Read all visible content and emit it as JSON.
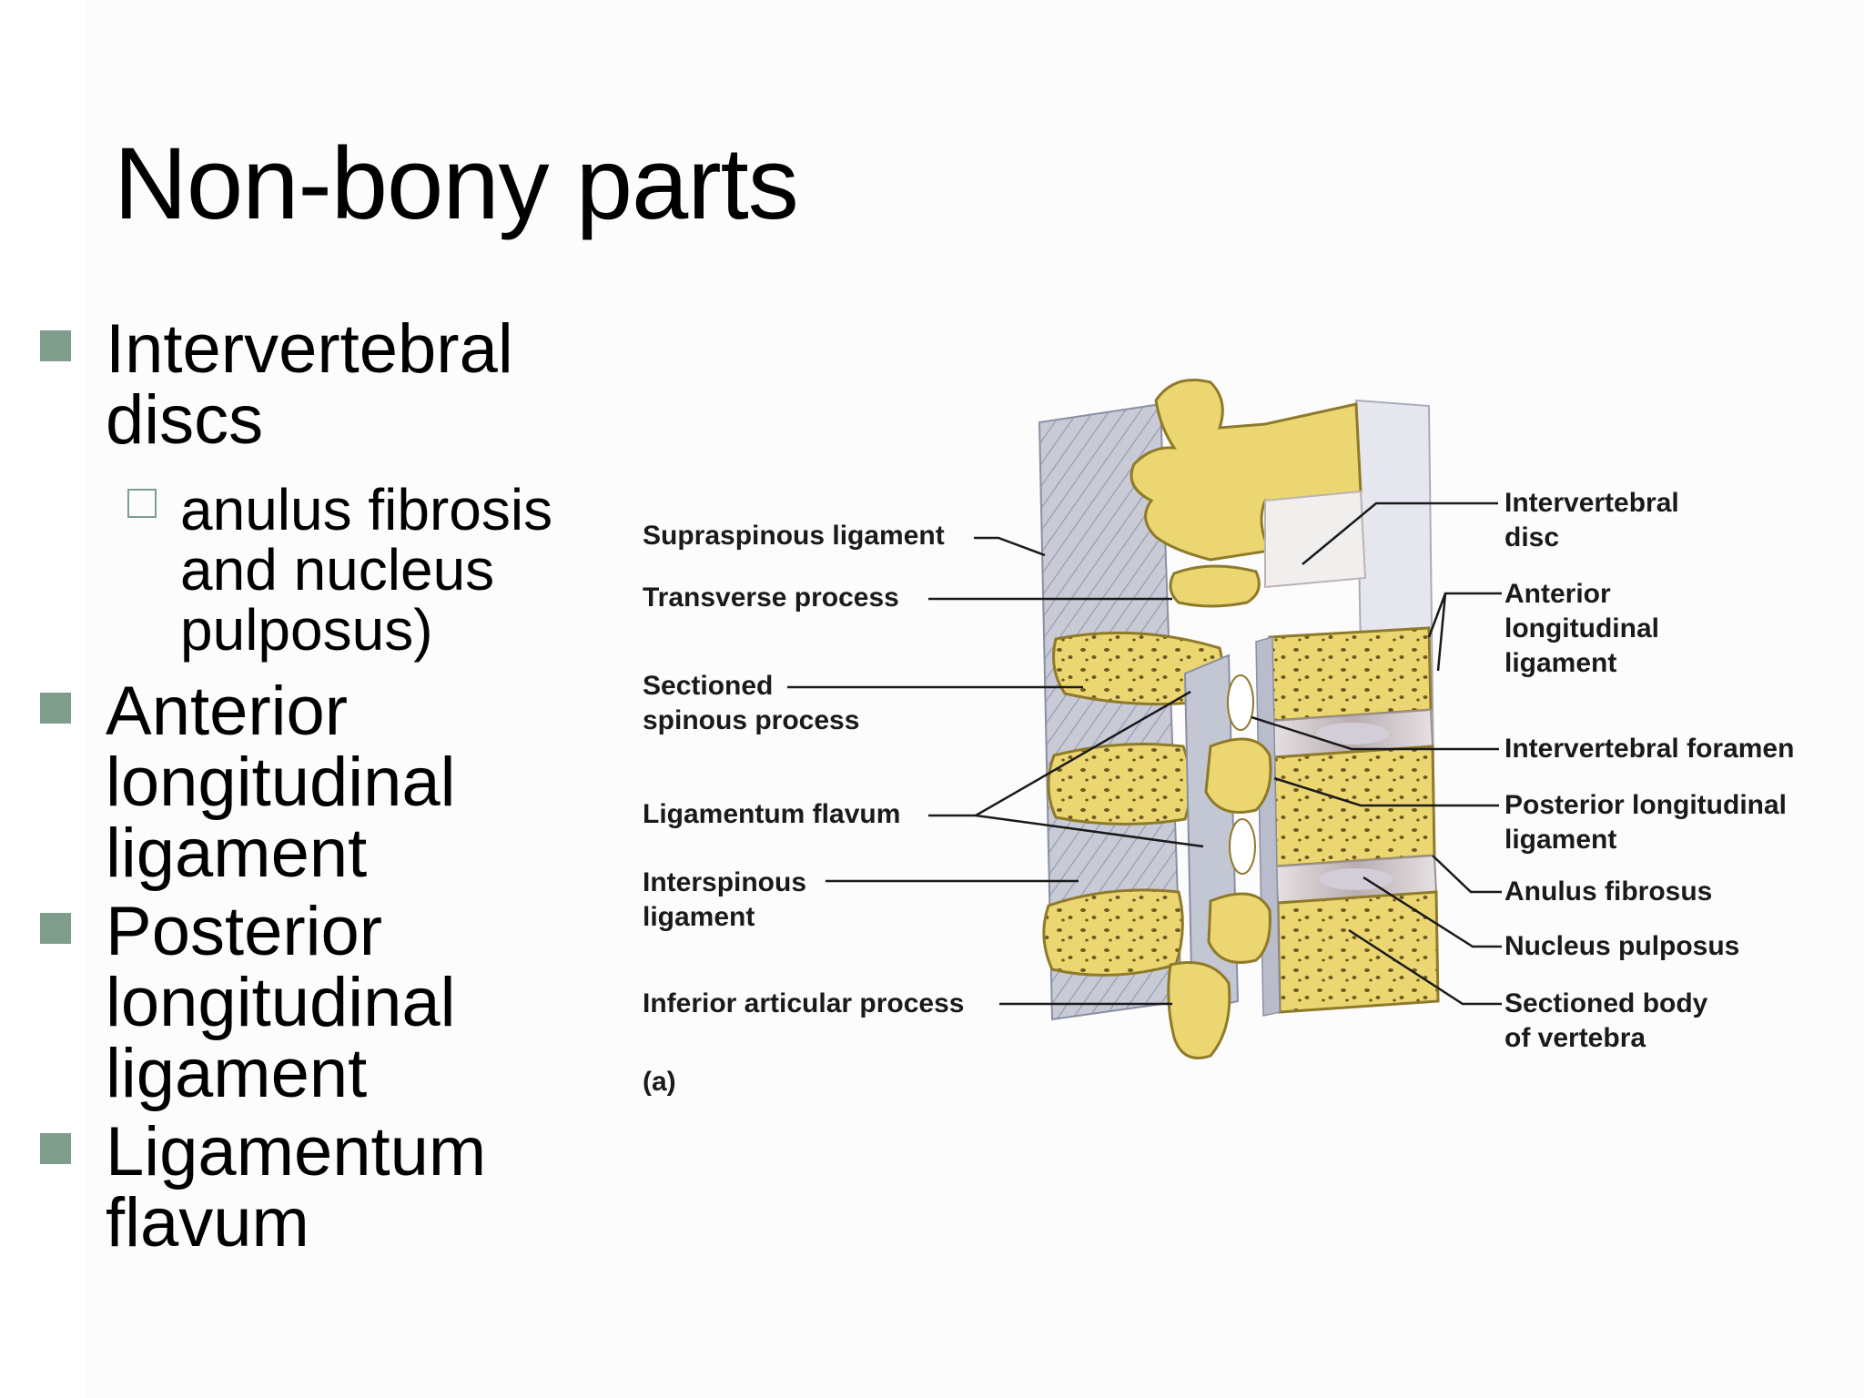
{
  "slide": {
    "title": "Non-bony parts",
    "bullets": [
      {
        "text": "Intervertebral discs",
        "sub": [
          "anulus fibrosis and nucleus pulposus)"
        ]
      },
      {
        "text": "Anterior longitudinal ligament"
      },
      {
        "text": "Posterior longitudinal ligament"
      },
      {
        "text": "Ligamentum flavum"
      }
    ]
  },
  "figure": {
    "left_labels": {
      "supraspinous": "Supraspinous ligament",
      "transverse": "Transverse process",
      "sectioned_spinous": "Sectioned\nspinous process",
      "lig_flavum": "Ligamentum flavum",
      "interspinous": "Interspinous\nligament",
      "inferior_articular": "Inferior articular process",
      "panel": "(a)"
    },
    "right_labels": {
      "iv_disc": "Intervertebral\ndisc",
      "anterior_long": "Anterior\nlongitudinal\nligament",
      "iv_foramen": "Intervertebral foramen",
      "posterior_long": "Posterior longitudinal\nligament",
      "anulus": "Anulus fibrosus",
      "nucleus": "Nucleus pulposus",
      "sectioned_body": "Sectioned body\nof vertebra"
    },
    "colors": {
      "bone": "#ecd672",
      "bone_dark": "#c9a93b",
      "ligament": "#c8cbd6",
      "disc": "#d9d3d4",
      "bullet": "#7f9d8d"
    }
  }
}
